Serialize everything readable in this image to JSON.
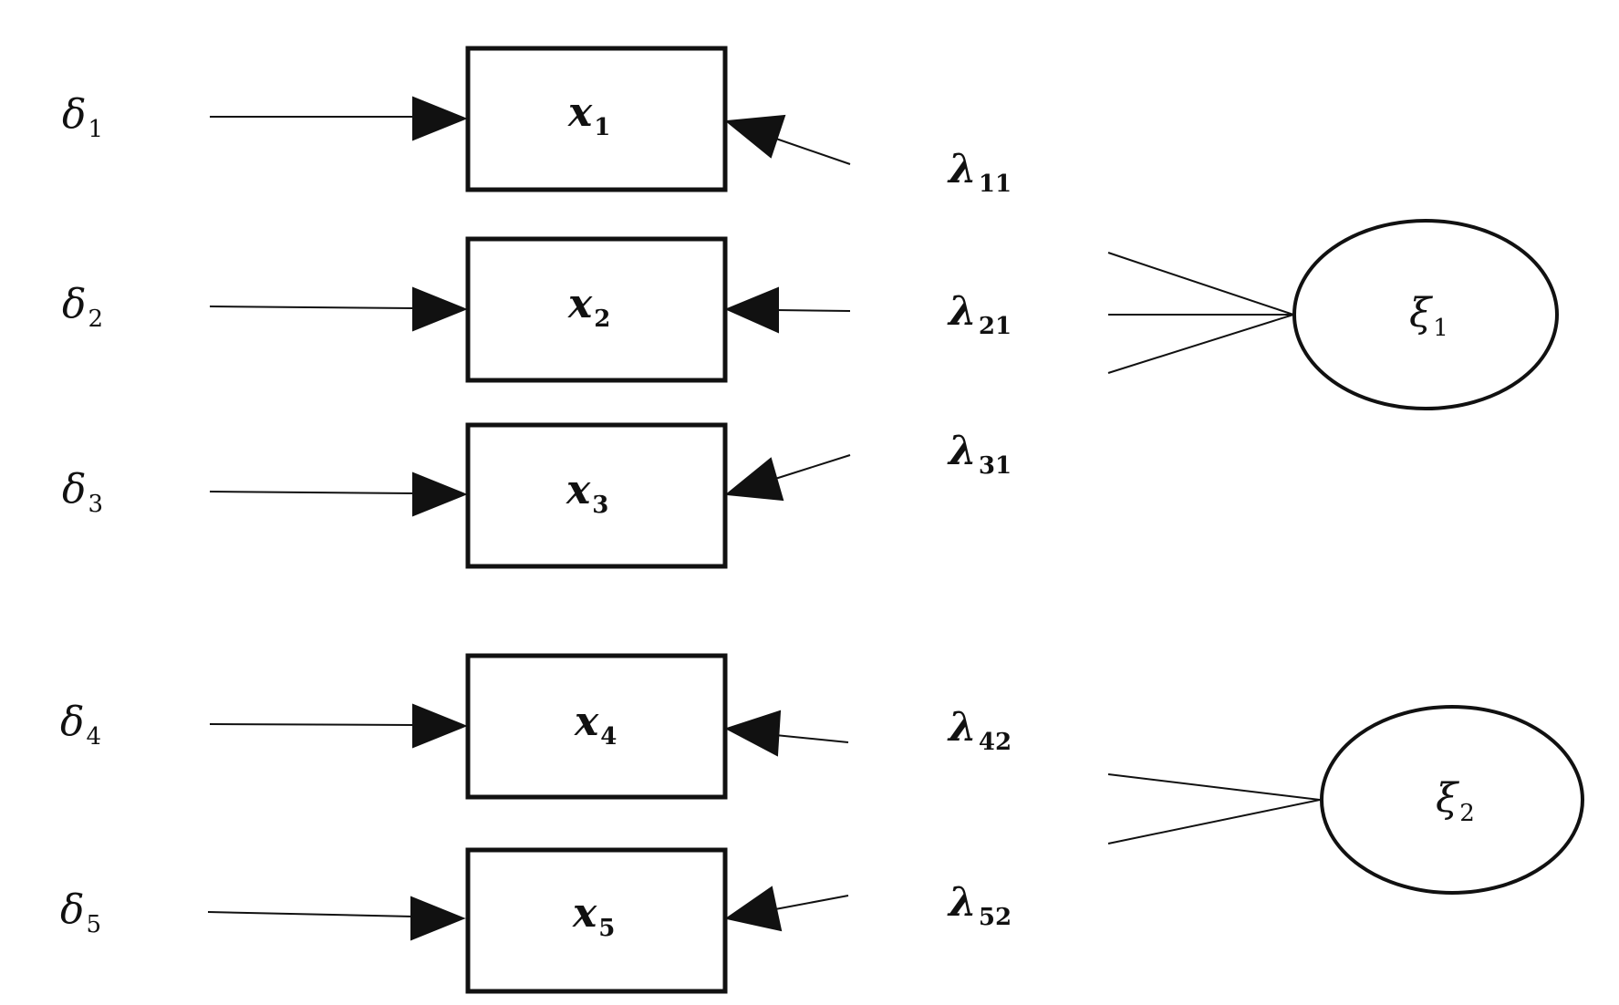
{
  "diagram": {
    "error_terms": [
      {
        "symbol": "δ",
        "subscript": "1"
      },
      {
        "symbol": "δ",
        "subscript": "2"
      },
      {
        "symbol": "δ",
        "subscript": "3"
      },
      {
        "symbol": "δ",
        "subscript": "4"
      },
      {
        "symbol": "δ",
        "subscript": "5"
      }
    ],
    "indicators": [
      {
        "symbol": "x",
        "subscript": "1"
      },
      {
        "symbol": "x",
        "subscript": "2"
      },
      {
        "symbol": "x",
        "subscript": "3"
      },
      {
        "symbol": "x",
        "subscript": "4"
      },
      {
        "symbol": "x",
        "subscript": "5"
      }
    ],
    "loadings": [
      {
        "symbol": "λ",
        "subscript": "11"
      },
      {
        "symbol": "λ",
        "subscript": "21"
      },
      {
        "symbol": "λ",
        "subscript": "31"
      },
      {
        "symbol": "λ",
        "subscript": "42"
      },
      {
        "symbol": "λ",
        "subscript": "52"
      }
    ],
    "latent_factors": [
      {
        "symbol": "ξ",
        "subscript": "1"
      },
      {
        "symbol": "ξ",
        "subscript": "2"
      }
    ],
    "line_color": "#111111"
  }
}
